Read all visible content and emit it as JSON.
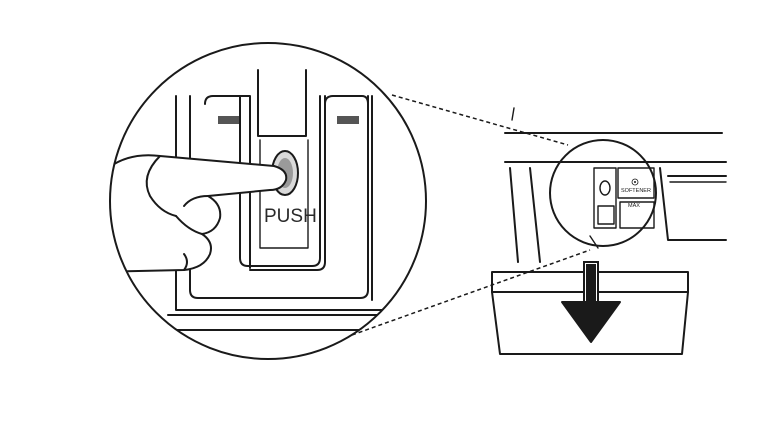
{
  "labels": {
    "push": "PUSH",
    "softener": "SOFTENER",
    "max": "MAX"
  },
  "colors": {
    "line": "#1a1a1a",
    "background": "#ffffff",
    "slot": "#555555",
    "button": "#9a9a9a"
  },
  "icons": {
    "softener_symbol": "flower-icon",
    "direction": "down-arrow-icon"
  }
}
